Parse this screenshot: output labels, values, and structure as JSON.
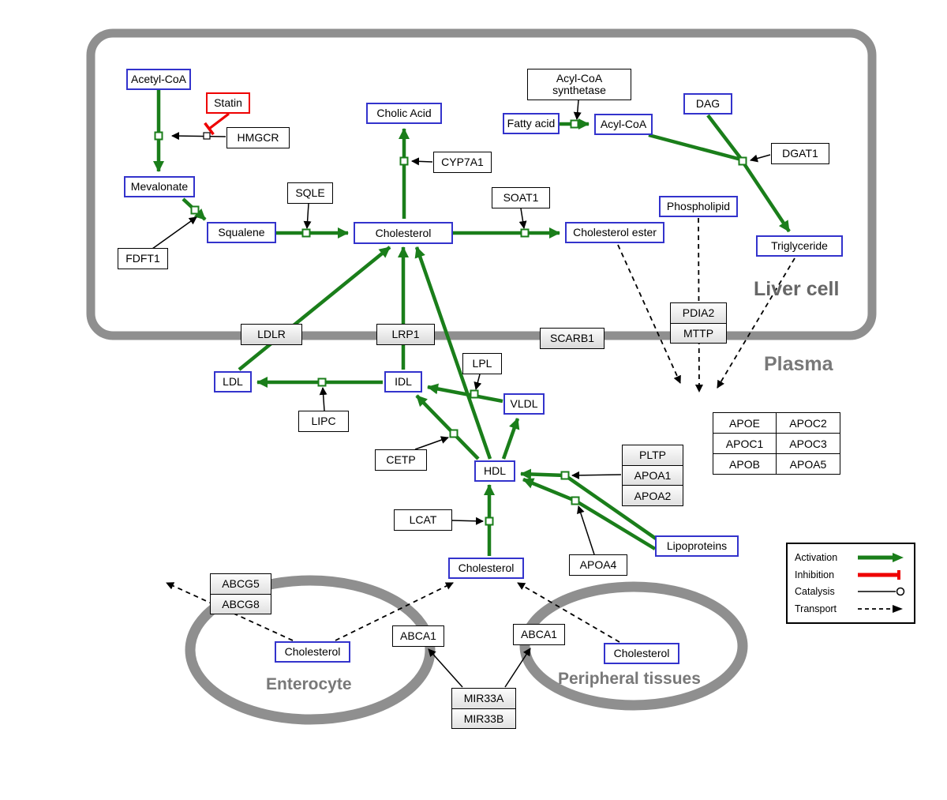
{
  "compartments": {
    "liver": "Liver cell",
    "plasma": "Plasma",
    "enterocyte": "Enterocyte",
    "peripheral": "Peripheral tissues"
  },
  "metabolites": {
    "acetyl_coa": "Acetyl-CoA",
    "mevalonate": "Mevalonate",
    "squalene": "Squalene",
    "cholesterol_liver": "Cholesterol",
    "cholic_acid": "Cholic Acid",
    "fatty_acid": "Fatty acid",
    "acyl_coa": "Acyl-CoA",
    "dag": "DAG",
    "phospholipid": "Phospholipid",
    "cholesterol_ester": "Cholesterol ester",
    "triglyceride": "Triglyceride",
    "ldl": "LDL",
    "idl": "IDL",
    "vldl": "VLDL",
    "hdl": "HDL",
    "lipoproteins": "Lipoproteins",
    "cholesterol_plasma": "Cholesterol",
    "cholesterol_enterocyte": "Cholesterol",
    "cholesterol_peripheral": "Cholesterol"
  },
  "enzymes": {
    "statin": "Statin",
    "hmgcr": "HMGCR",
    "sqle": "SQLE",
    "cyp7a1": "CYP7A1",
    "fdft1": "FDFT1",
    "acyl_coa_synthetase_line1": "Acyl-CoA",
    "acyl_coa_synthetase_line2": "synthetase",
    "dgat1": "DGAT1",
    "soat1": "SOAT1",
    "pdia2": "PDIA2",
    "mttp": "MTTP",
    "ldlr": "LDLR",
    "lrp1": "LRP1",
    "scarb1": "SCARB1",
    "lpl": "LPL",
    "lipc": "LIPC",
    "cetp": "CETP",
    "pltp": "PLTP",
    "apoa1": "APOA1",
    "apoa2": "APOA2",
    "lcat": "LCAT",
    "apoa4": "APOA4",
    "abcg5": "ABCG5",
    "abcg8": "ABCG8",
    "abca1_enterocyte": "ABCA1",
    "abca1_peripheral": "ABCA1",
    "mir33a": "MIR33A",
    "mir33b": "MIR33B"
  },
  "apo_table": {
    "r1c1": "APOE",
    "r1c2": "APOC2",
    "r2c1": "APOC1",
    "r2c2": "APOC3",
    "r3c1": "APOB",
    "r3c2": "APOA5"
  },
  "legend": {
    "activation": "Activation",
    "inhibition": "Inhibition",
    "catalysis": "Catalysis",
    "transport": "Transport"
  },
  "colors": {
    "activation": "#1a7e1a",
    "inhibition": "#ee0000",
    "metabolite_border": "#3333cc",
    "membrane": "#8f8f8f"
  }
}
